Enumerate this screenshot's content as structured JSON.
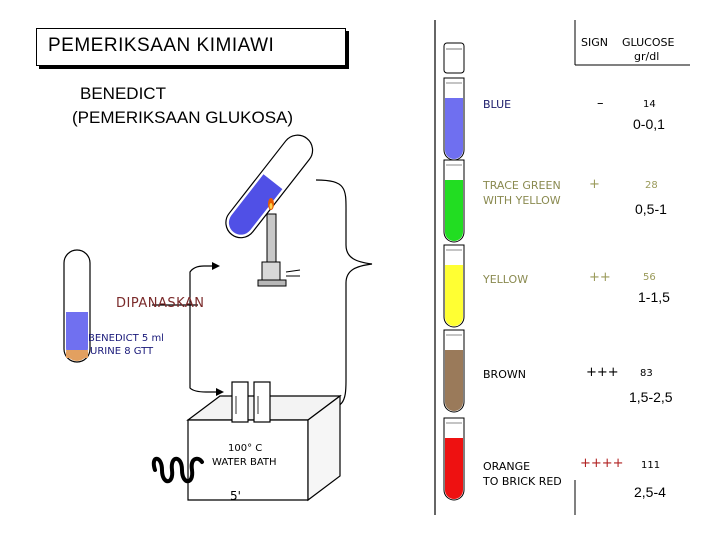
{
  "title": "PEMERIKSAAN  KIMIAWI",
  "subtitle_line1": "BENEDICT",
  "subtitle_line2": "(PEMERIKSAAN GLUKOSA)",
  "procedure": {
    "heated_label": "DIPANASKAN",
    "reagent_line1": "BENEDICT 5 ml",
    "reagent_line2": "URINE 8 GTT",
    "bath_line1": "100° C",
    "bath_line2": "WATER BATH",
    "time": "5'"
  },
  "table": {
    "header_sign": "SIGN",
    "header_glucose": "GLUCOSE",
    "header_unit": "gr/dl",
    "rows": [
      {
        "color_text": "BLUE",
        "color_text2": "",
        "sign": "–",
        "value": "14",
        "range": "0-0,1",
        "fill": "#6f6ff0"
      },
      {
        "color_text": "TRACE GREEN",
        "color_text2": "WITH YELLOW",
        "sign": "+",
        "value": "28",
        "range": "0,5-1",
        "fill": "#22dd22"
      },
      {
        "color_text": "YELLOW",
        "color_text2": "",
        "sign": "++",
        "value": "56",
        "range": "1-1,5",
        "fill": "#ffff33"
      },
      {
        "color_text": "BROWN",
        "color_text2": "",
        "sign": "+++",
        "value": "83",
        "range": "1,5-2,5",
        "fill": "#9a7a5a"
      },
      {
        "color_text": "ORANGE",
        "color_text2": "TO BRICK RED",
        "sign": "++++",
        "value": "111",
        "range": "2,5-4",
        "fill": "#ee1111"
      }
    ]
  }
}
